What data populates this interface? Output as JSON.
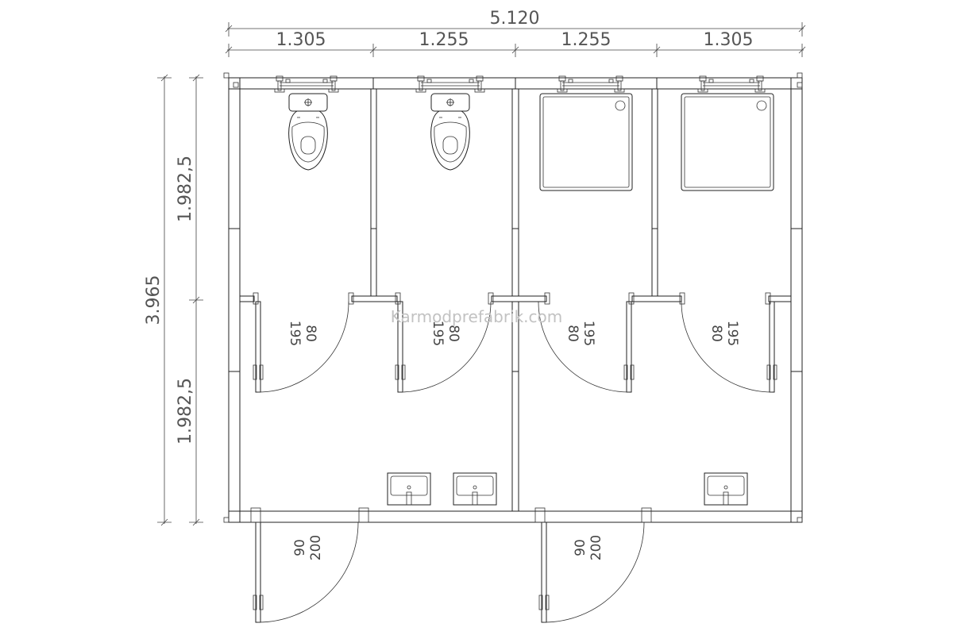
{
  "dimensions": {
    "total_width": "5.120",
    "bays": [
      "1.305",
      "1.255",
      "1.255",
      "1.305"
    ],
    "total_depth": "3.965",
    "depth_upper": "1.982,5",
    "depth_lower": "1.982,5"
  },
  "inner_doors": [
    {
      "width": "80",
      "height": "195"
    },
    {
      "width": "80",
      "height": "195"
    },
    {
      "width": "80",
      "height": "195"
    },
    {
      "width": "80",
      "height": "195"
    }
  ],
  "entrance_doors": [
    {
      "width": "90",
      "height": "200"
    },
    {
      "width": "90",
      "height": "200"
    }
  ],
  "cubicles": [
    {
      "fixture": "toilet"
    },
    {
      "fixture": "toilet"
    },
    {
      "fixture": "shower-tray"
    },
    {
      "fixture": "shower-tray"
    }
  ],
  "washbasins": [
    "washbasin",
    "washbasin",
    "washbasin"
  ],
  "watermark": "Karmodprefabrik.com"
}
